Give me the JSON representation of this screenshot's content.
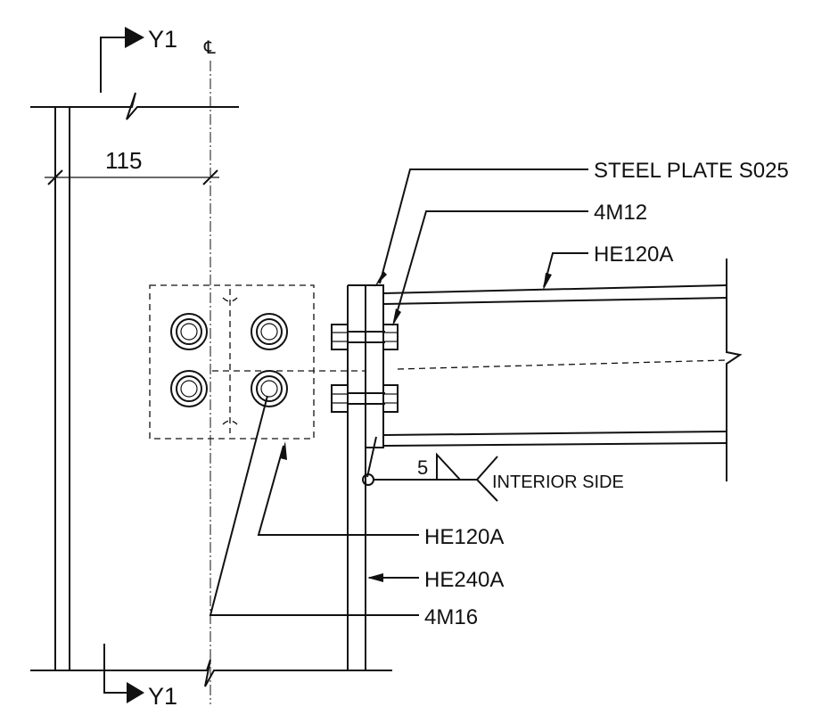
{
  "section_marks": {
    "top": "Y1",
    "bottom": "Y1"
  },
  "centerline_symbol": "℄",
  "dimension": "115",
  "labels": {
    "steel_plate": "STEEL PLATE S025",
    "bolts_beam": "4M12",
    "beam_profile": "HE120A",
    "weld_size": "5",
    "weld_note": "INTERIOR SIDE",
    "stub_profile": "HE120A",
    "column_profile": "HE240A",
    "bolts_column": "4M16"
  },
  "colors": {
    "ink": "#111111",
    "paper": "#ffffff"
  }
}
